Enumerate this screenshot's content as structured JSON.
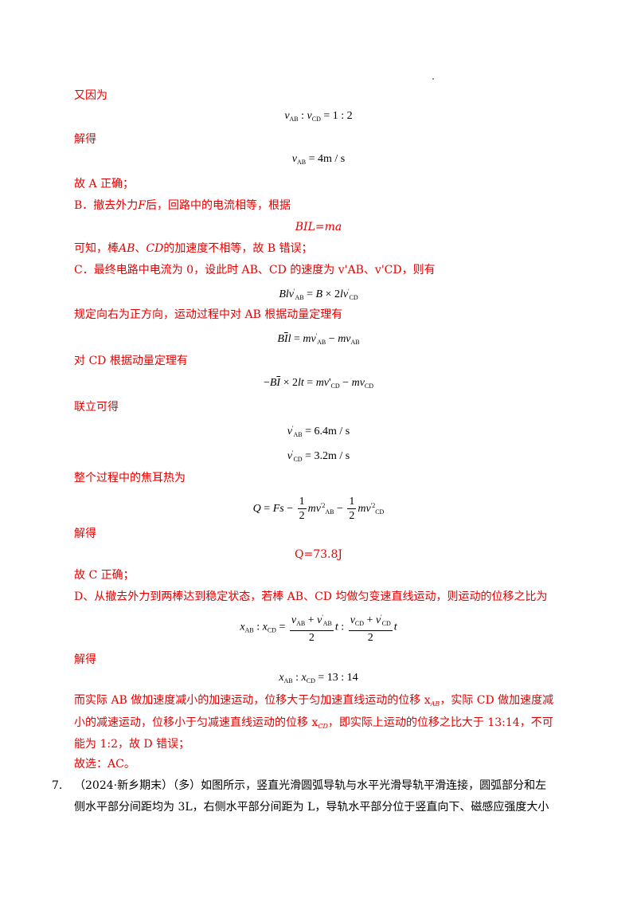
{
  "lines": {
    "l1": "又因为",
    "l2": "解得",
    "l3": "故 A 正确；",
    "l4a": "B．撤去外力",
    "l4b": "F",
    "l4c": "后，回路中的电流相等，根据",
    "l5": "BIL=ma",
    "l6a": "可知，棒",
    "l6b": "AB",
    "l6c": "、",
    "l6d": "CD",
    "l6e": "的加速度不相等，故 B 错误；",
    "l7": "C．最终电路中电流为 0，设此时 AB、CD 的速度为 v'AB、v'CD，则有",
    "l8": "规定向右为正方向，运动过程中对 AB 根据动量定理有",
    "l9": "对 CD 根据动量定理有",
    "l10": "联立可得",
    "l11": "整个过程中的焦耳热为",
    "l12": "解得",
    "l13": "Q=73.8J",
    "l14": "故 C 正确；",
    "l15": "D、从撤去外力到两棒达到稳定状态，若棒 AB、CD 均做匀变速直线运动，则运动的位移之比为",
    "l16": "解得",
    "l17a": "而实际 AB 做加速度减小的加速运动，位移大于匀加速直线运动的位移 x",
    "l17s": "AB",
    "l17b": "，实际 CD 做加速度减",
    "l18a": "小的减速运动，位移小于匀减速直线运动的位移 x",
    "l18s": "CD",
    "l18b": "，即实际上运动的位移之比大于 13:14，不可",
    "l19": "能为 1:2，故 D 错误；",
    "l20": "故选：AC。",
    "q7num": "7.",
    "q7a": "（2024·新乡期末）（多）如图所示，竖直光滑圆弧导轨与水平光滑导轨平滑连接，圆弧部分和左",
    "q7b": "侧水平部分间距均为 3L，右侧水平部分间距为 L，导轨水平部分位于竖直向下、磁感应强度大小"
  },
  "equations": {
    "e1": "vAB : vCD = 1 : 2",
    "e2": "vAB = 4m / s",
    "e3": "Blv'AB = B × 2lv'CD",
    "e4": "BĪl = mv'AB − mvAB",
    "e5": "−BĪ × 2lt = mv'CD − mvCD",
    "e6": "v'AB = 6.4m / s",
    "e7": "v'CD = 3.2m / s",
    "e8": "Q = Fs − 1/2 mv'²AB − 1/2 mv'²CD",
    "e9": "xAB : xCD = (vAB + v'AB)/2 t : (vCD + v'CD)/2 t",
    "e10": "xAB : xCD = 13 : 14"
  },
  "colors": {
    "solution_text": "#e60000",
    "body_text": "#000000"
  }
}
